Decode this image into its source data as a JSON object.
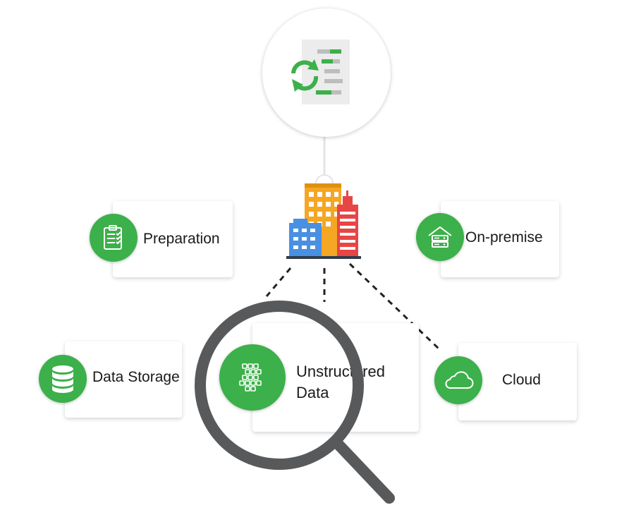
{
  "nodes": {
    "preparation": {
      "label": "Preparation",
      "icon": "clipboard-checklist-icon"
    },
    "on_premise": {
      "label": "On-premise",
      "icon": "house-server-icon"
    },
    "data_storage": {
      "label": "Data Storage",
      "icon": "database-icon"
    },
    "unstructured": {
      "label_line1": "Unstructured",
      "label_line2": "Data",
      "icon": "data-blocks-icon"
    },
    "cloud": {
      "label": "Cloud",
      "icon": "cloud-icon"
    }
  },
  "center": {
    "icon": "buildings-icon"
  },
  "top": {
    "icon": "document-sync-icon"
  },
  "magnifier": {
    "icon": "magnifying-glass-icon"
  },
  "colors": {
    "accent_green": "#3cb04a",
    "magnifier_gray": "#58595b",
    "building_orange": "#f5a623",
    "building_red": "#e84545",
    "building_blue": "#4a90e2"
  }
}
